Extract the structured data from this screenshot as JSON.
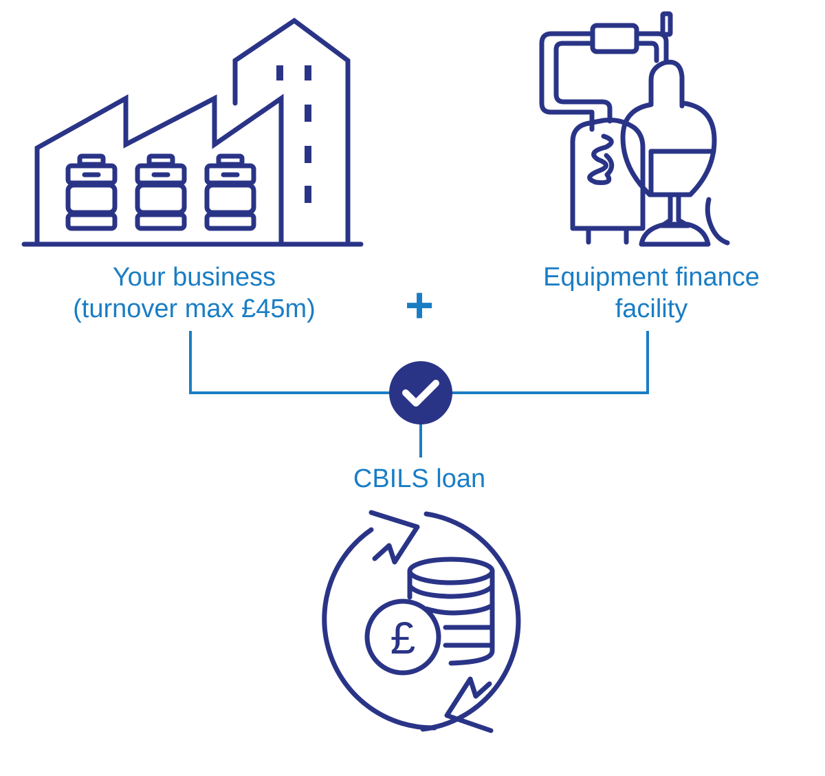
{
  "business": {
    "line1": "Your business",
    "line2": "(turnover max £45m)"
  },
  "equipment": {
    "line1": "Equipment finance",
    "line2": "facility"
  },
  "operator": "+",
  "result": {
    "label": "CBILS loan",
    "currency_symbol": "£"
  },
  "icons": {
    "business": "factory-icon",
    "equipment": "distillery-equipment-icon",
    "approval": "check-circle-icon",
    "loan": "refresh-coins-pound-icon"
  },
  "colors": {
    "navy": "#2a3487",
    "blue": "#1a7dc4",
    "background": "#ffffff"
  }
}
